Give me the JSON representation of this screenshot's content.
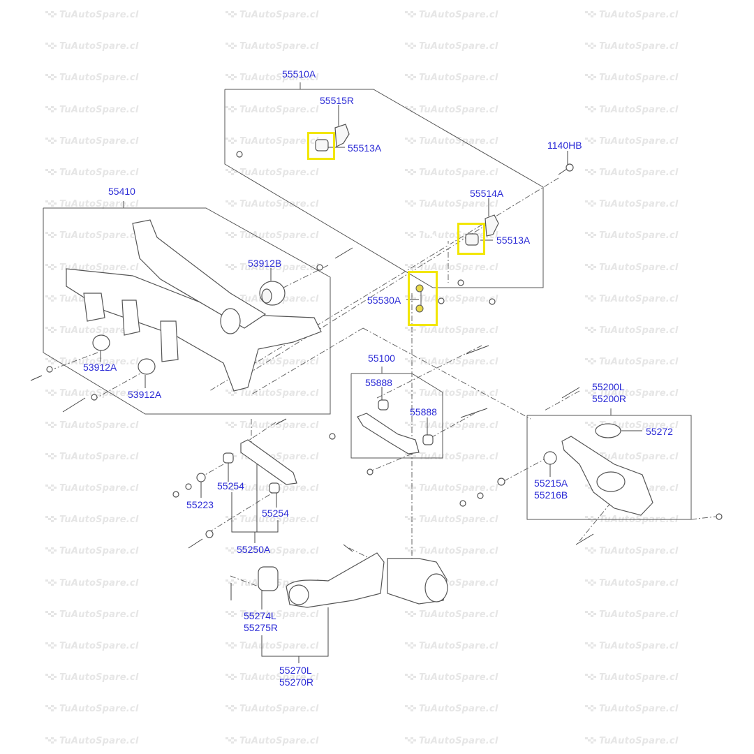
{
  "watermark": {
    "text": "TuAutoSpare.cl",
    "color": "#e6e6e6",
    "columns": 4,
    "rows": 24
  },
  "diagram": {
    "title_context": "Rear suspension exploded parts diagram",
    "label_color": "#2b2bd6",
    "highlight_color": "#f2e600",
    "labels": {
      "stabilizer_bar": "55510A",
      "bracket_right": "55515R",
      "bushing_1": "55513A",
      "bushing_2": "55513A",
      "bracket_left": "55514A",
      "bolt_1140": "1140HB",
      "crossmember": "55410",
      "bushing_b": "53912B",
      "link": "55530A",
      "bushing_a1": "53912A",
      "bushing_a2": "53912A",
      "upper_arm": "55100",
      "upper_bush_1": "55888",
      "upper_bush_2": "55888",
      "lower_arm_l": "55200L",
      "lower_arm_r": "55200R",
      "spring_pad": "55272",
      "lower_bush_a": "55215A",
      "lower_bush_b": "55216B",
      "assist_bush_1": "55254",
      "assist_bush_2": "55254",
      "washer": "55223",
      "assist_arm": "55250A",
      "trailing_bush_l": "55274L",
      "trailing_bush_r": "55275R",
      "trailing_arm_l": "55270L",
      "trailing_arm_r": "55270R"
    },
    "highlighted_parts": [
      "55513A",
      "55513A",
      "55530A"
    ]
  }
}
